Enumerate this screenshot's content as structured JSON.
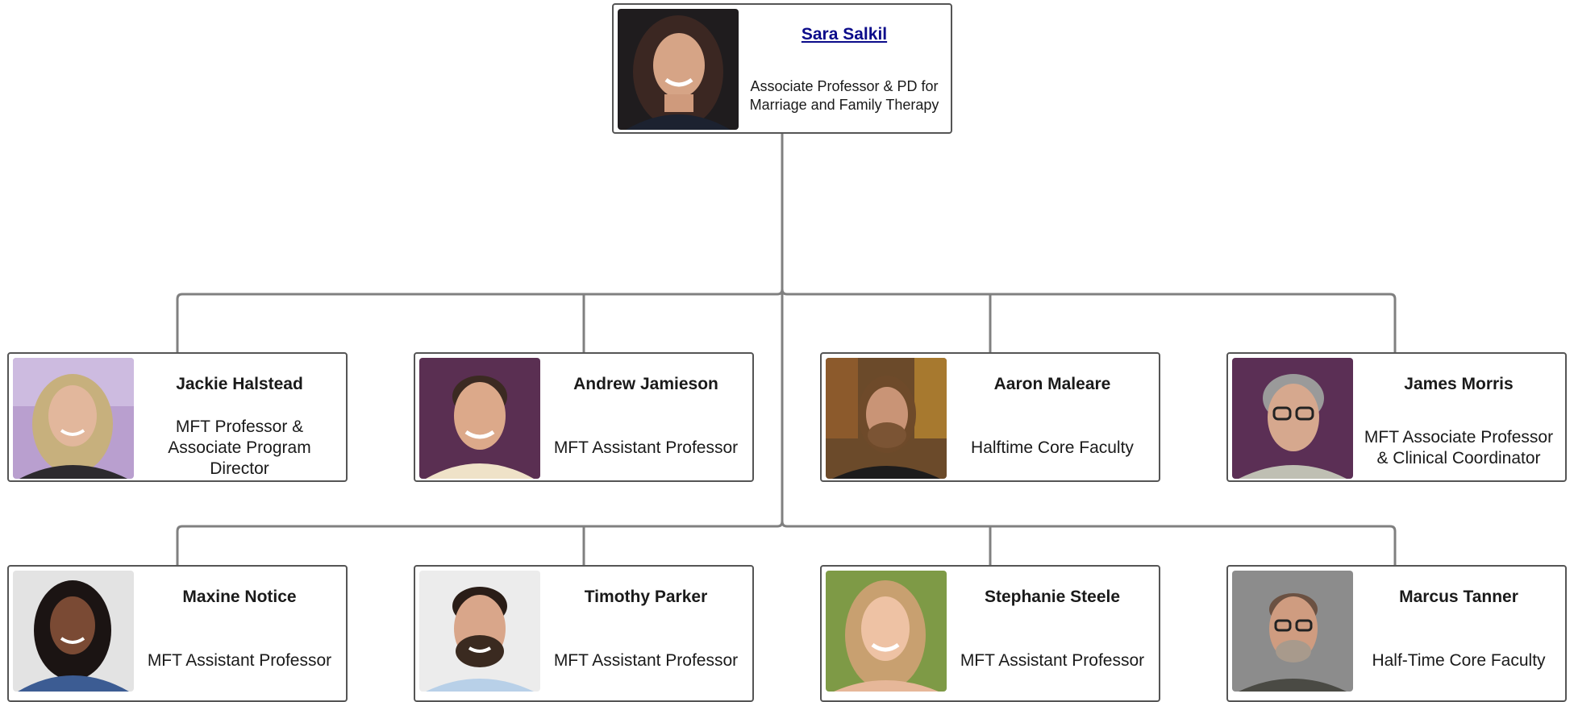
{
  "root": {
    "name": "Sara Salkil",
    "title": "Associate Professor & PD for Marriage and Family Therapy"
  },
  "row1": [
    {
      "name": "Jackie Halstead",
      "title": "MFT Professor & Associate Program Director"
    },
    {
      "name": "Andrew Jamieson",
      "title": "MFT Assistant Professor"
    },
    {
      "name": "Aaron Maleare",
      "title": "Halftime Core Faculty"
    },
    {
      "name": "James Morris",
      "title": "MFT Associate Professor & Clinical Coordinator"
    }
  ],
  "row2": [
    {
      "name": "Maxine Notice",
      "title": "MFT Assistant Professor"
    },
    {
      "name": "Timothy Parker",
      "title": "MFT Assistant Professor"
    },
    {
      "name": "Stephanie Steele",
      "title": "MFT Assistant Professor"
    },
    {
      "name": "Marcus Tanner",
      "title": "Half-Time Core Faculty"
    }
  ],
  "colors": {
    "border": "#555555",
    "connector": "#808080",
    "link": "#0b0b8a"
  }
}
